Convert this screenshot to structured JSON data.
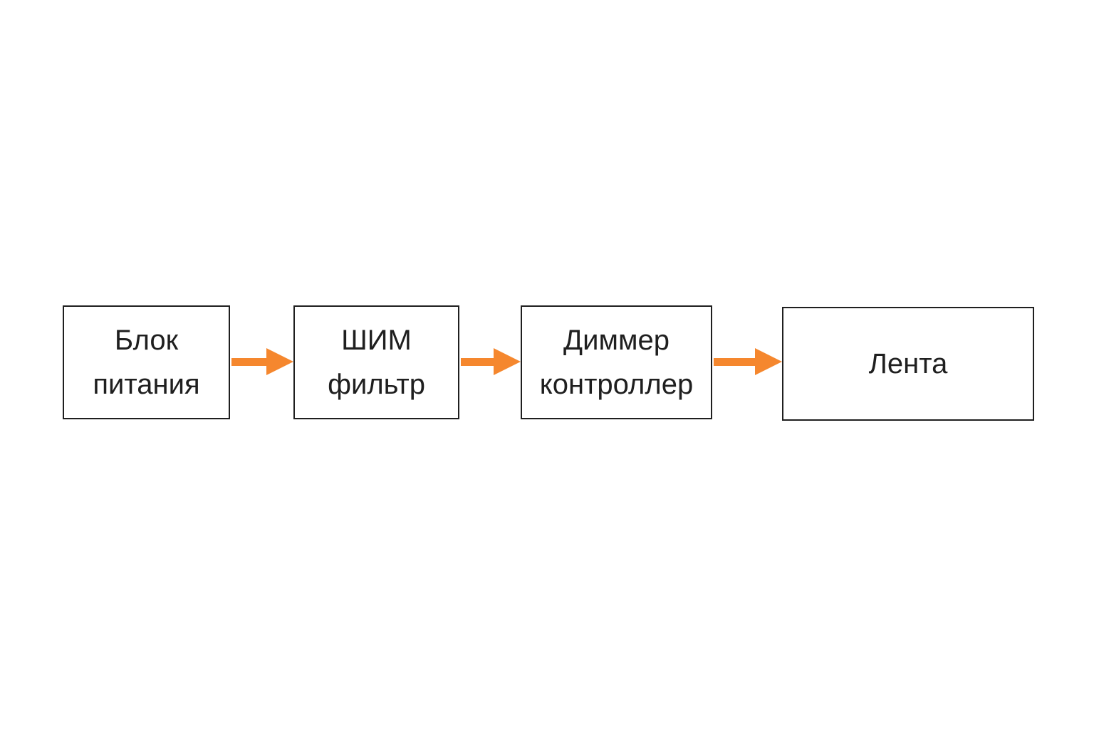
{
  "diagram": {
    "type": "flowchart",
    "direction": "left-to-right",
    "nodes": [
      {
        "id": "power-supply",
        "label": "Блок\nпитания"
      },
      {
        "id": "pwm-filter",
        "label": "ШИМ\nфильтр"
      },
      {
        "id": "dimmer-controller",
        "label": "Диммер\nконтроллер"
      },
      {
        "id": "led-strip",
        "label": "Лента"
      }
    ],
    "edges": [
      {
        "from": "power-supply",
        "to": "pwm-filter"
      },
      {
        "from": "pwm-filter",
        "to": "dimmer-controller"
      },
      {
        "from": "dimmer-controller",
        "to": "led-strip"
      }
    ],
    "colors": {
      "background": "#ffffff",
      "box_border": "#1f1f1f",
      "text": "#1f1f1f",
      "arrow": "#f5872e"
    }
  }
}
